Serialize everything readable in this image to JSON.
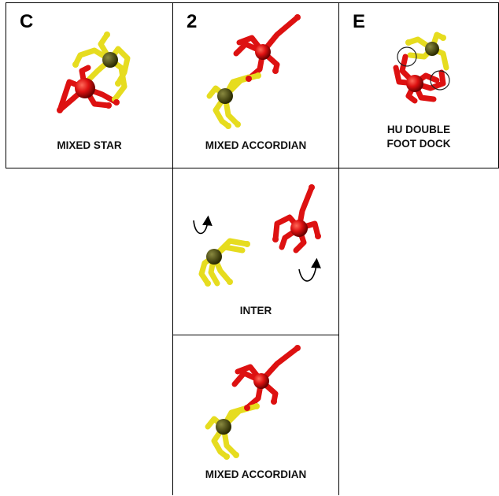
{
  "colors": {
    "red": "#dd1111",
    "red_dark": "#8a0000",
    "yellow": "#e6dc1f",
    "yellow_dark": "#8c8400",
    "background": "#ffffff",
    "border": "#000000"
  },
  "panels": [
    {
      "id": "C",
      "letter": "C",
      "caption": [
        "MIXED STAR"
      ]
    },
    {
      "id": "2",
      "letter": "2",
      "caption": [
        "MIXED ACCORDIAN"
      ]
    },
    {
      "id": "E",
      "letter": "E",
      "caption": [
        "HU DOUBLE",
        "FOOT DOCK"
      ]
    },
    {
      "id": "inter",
      "letter": "",
      "caption": [
        "INTER"
      ]
    },
    {
      "id": "accordian2",
      "letter": "",
      "caption": [
        "MIXED ACCORDIAN"
      ]
    }
  ],
  "icons": [
    "rotation-arrow-icon"
  ]
}
